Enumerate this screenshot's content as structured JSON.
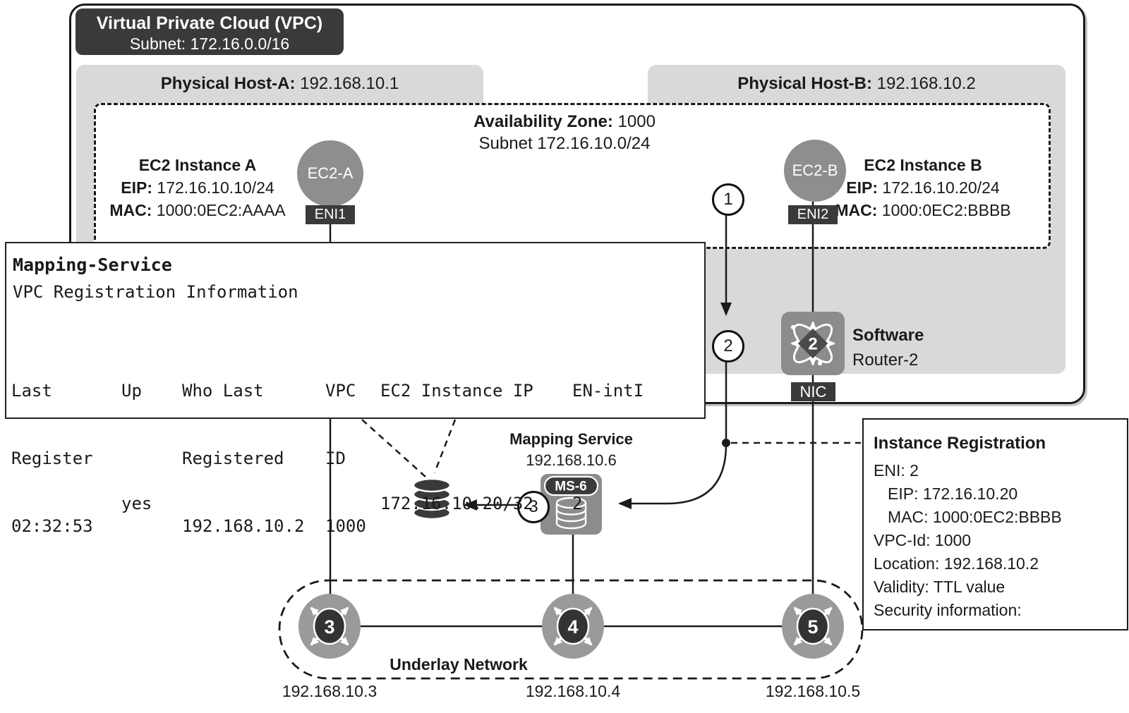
{
  "vpc": {
    "title": "Virtual Private Cloud (VPC)",
    "subtitle": "Subnet: 172.16.0.0/16"
  },
  "host_a": {
    "label": "Physical Host-A:",
    "ip": "192.168.10.1"
  },
  "host_b": {
    "label": "Physical Host-B:",
    "ip": "192.168.10.2"
  },
  "availability_zone": {
    "label": "Availability Zone:",
    "value": "1000",
    "subnet": "Subnet 172.16.10.0/24"
  },
  "ec2_a": {
    "title": "EC2 Instance A",
    "eip_label": "EIP:",
    "eip": "172.16.10.10/24",
    "mac_label": "MAC:",
    "mac": "1000:0EC2:AAAA",
    "node": "EC2-A",
    "eni": "ENI1"
  },
  "ec2_b": {
    "title": "EC2 Instance B",
    "eip_label": "EIP:",
    "eip": "172.16.10.20/24",
    "mac_label": "MAC:",
    "mac": "1000:0EC2:BBBB",
    "node": "EC2-B",
    "eni": "ENI2"
  },
  "software_router": {
    "title": "Software",
    "subtitle": "Router-2",
    "number": "2",
    "nic": "NIC"
  },
  "steps": {
    "s1": "1",
    "s2": "2",
    "s3": "3"
  },
  "mapping_service_panel": {
    "title": "Mapping-Service",
    "subtitle": "VPC Registration Information",
    "columns": [
      {
        "header": [
          "Last",
          "Register"
        ],
        "value": "02:32:53"
      },
      {
        "header": [
          "Up",
          ""
        ],
        "value": "yes"
      },
      {
        "header": [
          "Who Last",
          "Registered"
        ],
        "value": "192.168.10.2"
      },
      {
        "header": [
          "VPC",
          "ID"
        ],
        "value": "1000"
      },
      {
        "header": [
          "EC2 Instance IP",
          ""
        ],
        "value": "172.16.10.20/32"
      },
      {
        "header": [
          "EN-intI",
          ""
        ],
        "value": "2"
      }
    ]
  },
  "mapping_service_node": {
    "title": "Mapping Service",
    "ip": "192.168.10.6",
    "badge": "MS-6"
  },
  "instance_registration": {
    "title": "Instance Registration",
    "lines": [
      "ENI: 2",
      "EIP: 172.16.10.20",
      "MAC: 1000:0EC2:BBBB",
      "VPC-Id: 1000",
      "Location: 192.168.10.2",
      "Validity: TTL value",
      "Security information:"
    ]
  },
  "underlay": {
    "label": "Underlay Network",
    "routers": [
      {
        "number": "3",
        "ip": "192.168.10.3"
      },
      {
        "number": "4",
        "ip": "192.168.10.4"
      },
      {
        "number": "5",
        "ip": "192.168.10.5"
      }
    ]
  },
  "colors": {
    "dark": "#3a3a3a",
    "host_gray": "#d9d9d9",
    "node_gray": "#8e8e8e",
    "icon_gray": "#9a9a9a",
    "line": "#1a1a1a"
  }
}
